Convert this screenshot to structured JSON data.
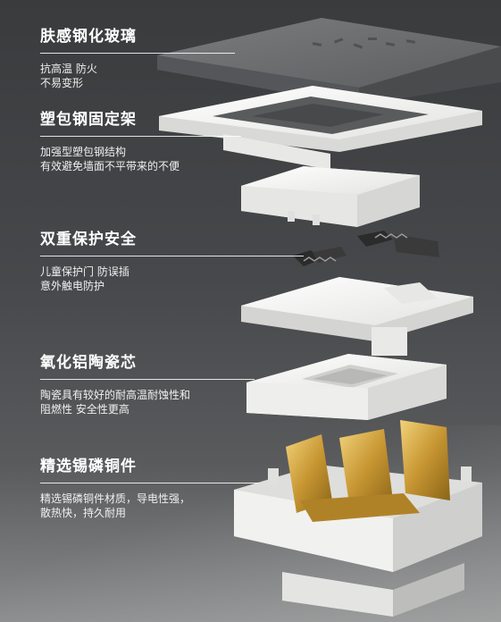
{
  "features": [
    {
      "title": "肤感钢化玻璃",
      "desc": [
        "抗高温 防火",
        "不易变形"
      ]
    },
    {
      "title": "塑包钢固定架",
      "desc": [
        "加强型塑包钢结构",
        "有效避免墙面不平带来的不便"
      ]
    },
    {
      "title": "双重保护安全",
      "desc": [
        "儿童保护门 防误插",
        "意外触电防护"
      ]
    },
    {
      "title": "氧化铝陶瓷芯",
      "desc": [
        "陶瓷具有较好的耐高温耐蚀性和",
        "阻燃性 安全性更高"
      ]
    },
    {
      "title": "精选锡磷铜件",
      "desc": [
        "精选锡磷铜件材质，导电性强，",
        "散热快，持久耐用"
      ]
    }
  ],
  "colors": {
    "background": "#3a3b3d",
    "glass_panel": "#6d6e70",
    "plastic": "#f4f4f2",
    "copper": "#c99a3a",
    "spring": "#2a2a2a"
  }
}
